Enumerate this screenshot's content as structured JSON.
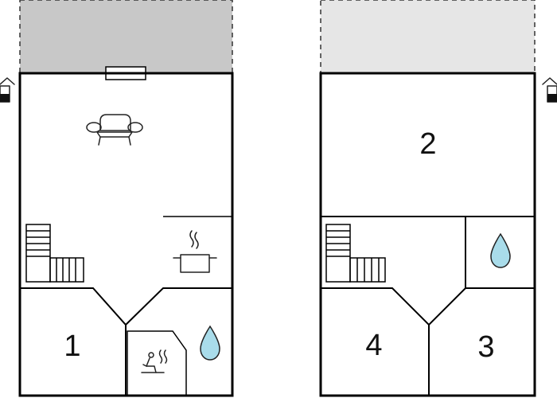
{
  "floors": [
    {
      "id": "ground-floor",
      "rooms": [
        {
          "number": "1",
          "type": "bedroom"
        }
      ],
      "icons": [
        "sofa-icon",
        "stairs-icon",
        "kitchen-pot-icon",
        "sauna-icon",
        "water-drop-icon",
        "house-entrance-icon"
      ]
    },
    {
      "id": "upper-floor",
      "rooms": [
        {
          "number": "2",
          "type": "bedroom"
        },
        {
          "number": "3",
          "type": "bedroom"
        },
        {
          "number": "4",
          "type": "bedroom"
        }
      ],
      "icons": [
        "stairs-icon",
        "water-drop-icon",
        "house-entrance-icon"
      ]
    }
  ],
  "colors": {
    "terrace_dark": "#c8c8c8",
    "terrace_light": "#e6e6e6",
    "water": "#a9dcea",
    "walls": "#000000"
  }
}
